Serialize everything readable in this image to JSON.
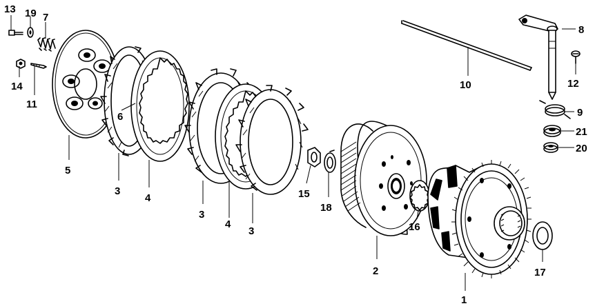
{
  "callouts": [
    {
      "label": "13"
    },
    {
      "label": "19"
    },
    {
      "label": "7"
    },
    {
      "label": "14"
    },
    {
      "label": "11"
    },
    {
      "label": "5"
    },
    {
      "label": "6"
    },
    {
      "label": "3"
    },
    {
      "label": "4"
    },
    {
      "label": "3"
    },
    {
      "label": "4"
    },
    {
      "label": "3"
    },
    {
      "label": "15"
    },
    {
      "label": "18"
    },
    {
      "label": "2"
    },
    {
      "label": "16"
    },
    {
      "label": "1"
    },
    {
      "label": "17"
    },
    {
      "label": "10"
    },
    {
      "label": "8"
    },
    {
      "label": "12"
    },
    {
      "label": "9"
    },
    {
      "label": "21"
    },
    {
      "label": "20"
    }
  ]
}
